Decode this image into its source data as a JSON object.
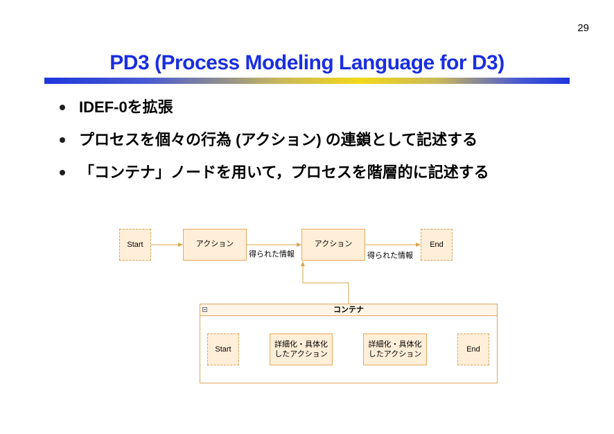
{
  "page_number": "29",
  "title": "PD3 (Process Modeling Language for D3)",
  "bullets": [
    "IDEF-0を拡張",
    "プロセスを個々の行為 (アクション) の連鎖として記述する",
    "「コンテナ」ノードを用いて，プロセスを階層的に記述する"
  ],
  "diagram": {
    "top_row": {
      "start": "Start",
      "action1": "アクション",
      "info1": "得られた情報",
      "action2": "アクション",
      "info2": "得られた情報",
      "end": "End"
    },
    "container": {
      "title": "コンテナ",
      "start": "Start",
      "detail1": "詳細化・具体化\nしたアクション",
      "detail2": "詳細化・具体化\nしたアクション",
      "end": "End"
    },
    "colors": {
      "title": "#1a2ee0",
      "node_fill": "#ffeed8",
      "node_border": "#e8a75a",
      "arrow": "#d6a64c"
    }
  }
}
